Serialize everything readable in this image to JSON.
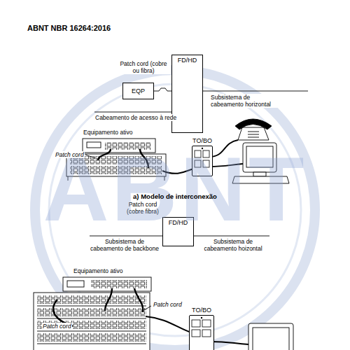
{
  "diagram": {
    "caption": "a) Modelo de interconexão",
    "nodes": [
      {
        "text": [
          "FD/HD"
        ]
      },
      {
        "text": [
          "EQP"
        ]
      },
      {
        "text": [
          "TO/BO"
        ]
      },
      {
        "text": [
          "FD/HD"
        ]
      },
      {
        "text": [
          "TO/BO"
        ]
      }
    ],
    "edges": [
      {
        "from": 1,
        "to": 0,
        "arrow": "none"
      }
    ],
    "labels": [
      "ABNT NBR 16264:2016",
      "Patch cord (cobre ou fibra)",
      "Subsistema de cabeamento horizontal",
      "Cabeamento de acesso à rede",
      "Equipamento ativo",
      "Patch cord",
      "Patch cord (cobre fibra)",
      "Subsistema de cabeamento de backbone",
      "Subsistema de cabeamento hoizontal",
      "Equipamento ativo",
      "Patch cord",
      "Patch cord",
      "ABNT"
    ]
  }
}
